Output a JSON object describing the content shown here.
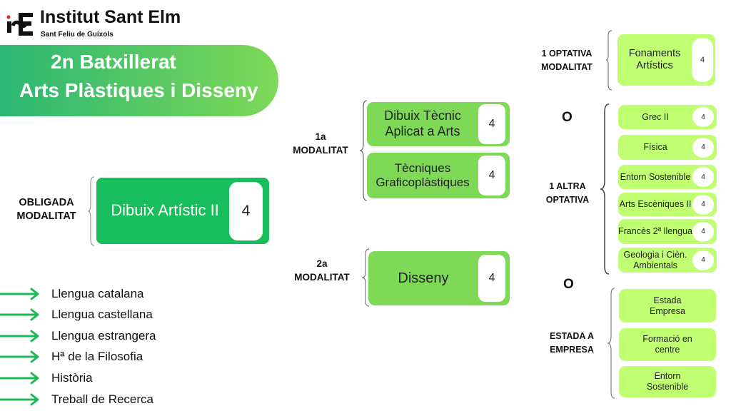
{
  "header": {
    "logo_text": "iSE",
    "title": "Institut Sant Elm",
    "subtitle": "Sant Feliu de Guíxols"
  },
  "banner": {
    "line1": "2n Batxillerat",
    "line2": "Arts Plàstiques i Disseny"
  },
  "colors": {
    "dark_green": "#17be5b",
    "mid_green": "#7ed957",
    "lime": "#c1ff72",
    "arrow": "#1db954"
  },
  "obligada": {
    "label_1": "OBLIGADA",
    "label_2": "MODALITAT",
    "subject": "Dibuix Artístic II",
    "hours": "4"
  },
  "modalitat1": {
    "label_1": "1a",
    "label_2": "MODALITAT",
    "items": [
      {
        "name": "Dibuix Tècnic Aplicat a Arts",
        "hours": "4"
      },
      {
        "name": "Tècniques Graficoplàstiques",
        "hours": "4"
      }
    ]
  },
  "modalitat2": {
    "label_1": "2a",
    "label_2": "MODALITAT",
    "items": [
      {
        "name": "Disseny",
        "hours": "4"
      }
    ]
  },
  "common": [
    "Llengua catalana",
    "Llengua castellana",
    "Llengua estrangera",
    "Hª de la Filosofia",
    "Història",
    "Treball de Recerca"
  ],
  "optativa_modalitat": {
    "label_1": "1 OPTATIVA",
    "label_2": "MODALITAT",
    "items": [
      {
        "name": "Fonaments Artístics",
        "hours": "4"
      }
    ]
  },
  "or_1": "O",
  "altra_optativa": {
    "label_1": "1 ALTRA",
    "label_2": "OPTATIVA",
    "items": [
      {
        "name": "Grec II",
        "hours": "4"
      },
      {
        "name": "Física",
        "hours": "4"
      },
      {
        "name": "Entorn Sostenible",
        "hours": "4"
      },
      {
        "name": "Arts Escèniques II",
        "hours": "4"
      },
      {
        "name": "Francès 2ª llengua",
        "hours": "4"
      },
      {
        "name": "Geologia i Cièn. Ambientals",
        "hours": "4"
      }
    ]
  },
  "or_2": "O",
  "estada": {
    "label_1": "ESTADA A",
    "label_2": "EMPRESA",
    "items": [
      "Estada Empresa",
      "Formació en centre",
      "Entorn Sostenible"
    ]
  }
}
